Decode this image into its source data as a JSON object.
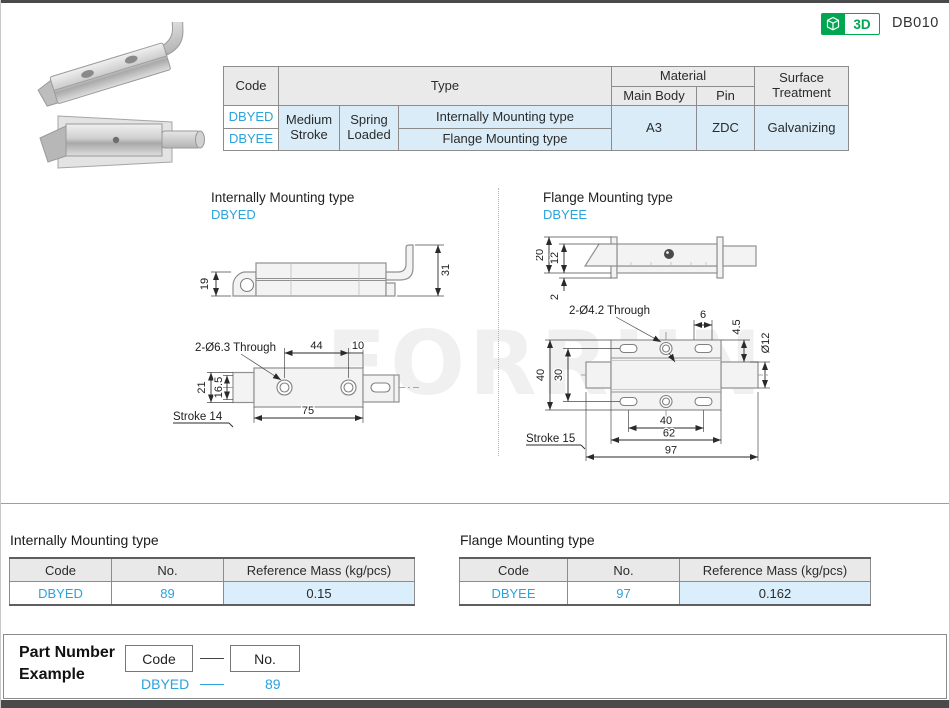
{
  "header": {
    "badge_3d": "3D",
    "product_code": "DB010"
  },
  "spec_table": {
    "col_code": "Code",
    "col_type": "Type",
    "col_material": "Material",
    "col_main_body": "Main Body",
    "col_pin": "Pin",
    "col_surface": "Surface Treatment",
    "row_code_1": "DBYED",
    "row_code_2": "DBYEE",
    "stroke": "Medium Stroke",
    "spring": "Spring Loaded",
    "type_1": "Internally Mounting type",
    "type_2": "Flange Mounting type",
    "main_body": "A3",
    "pin": "ZDC",
    "surface": "Galvanizing"
  },
  "drawings": {
    "watermark": "FORRUN",
    "internal": {
      "title": "Internally Mounting type",
      "code": "DBYED",
      "side": {
        "h_left": "19",
        "h_right": "31"
      },
      "plan": {
        "hole_note": "2-Ø6.3 Through",
        "d44": "44",
        "d10": "10",
        "d21": "21",
        "d16_5": "16.5",
        "stroke": "Stroke 14",
        "d75": "75"
      }
    },
    "flange": {
      "title": "Flange Mounting type",
      "code": "DBYEE",
      "side": {
        "d20": "20",
        "d12": "12",
        "d2": "2"
      },
      "front": {
        "hole_note": "2-Ø4.2 Through",
        "d6": "6",
        "d4_5": "4.5",
        "dia12": "Ø12",
        "d40v": "40",
        "d30": "30",
        "stroke": "Stroke 15",
        "d40": "40",
        "d62": "62",
        "d97": "97"
      }
    }
  },
  "mass_tables": [
    {
      "title": "Internally Mounting type",
      "headers": [
        "Code",
        "No.",
        "Reference Mass (kg/pcs)"
      ],
      "code": "DBYED",
      "no": "89",
      "mass": "0.15"
    },
    {
      "title": "Flange Mounting type",
      "headers": [
        "Code",
        "No.",
        "Reference Mass (kg/pcs)"
      ],
      "code": "DBYEE",
      "no": "97",
      "mass": "0.162"
    }
  ],
  "part_number_example": {
    "label_line1": "Part Number",
    "label_line2": "Example",
    "code_box": "Code",
    "no_box": "No.",
    "example_code": "DBYED",
    "example_no": "89"
  },
  "colors": {
    "accent_blue": "#2ba3dc",
    "badge_green": "#00a650",
    "header_gray": "#eaeaea",
    "cell_blue": "#d9ecf8"
  }
}
